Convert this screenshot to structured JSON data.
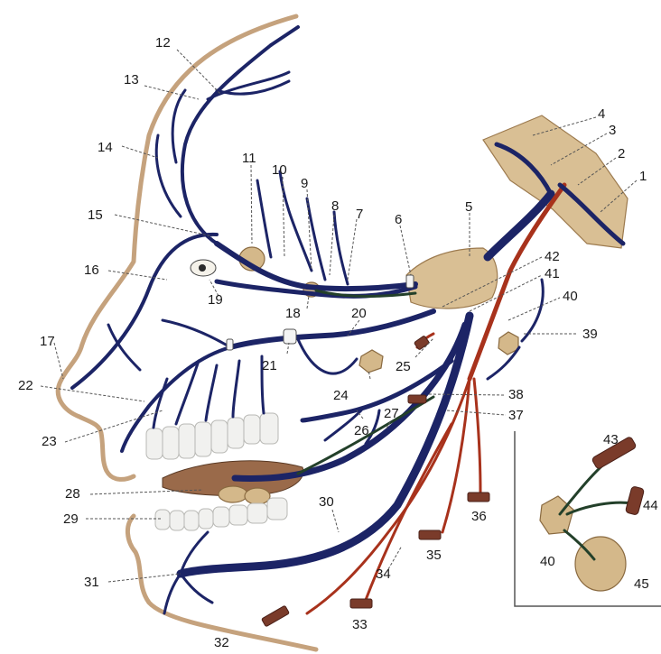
{
  "labels": {
    "l1": "1",
    "l2": "2",
    "l3": "3",
    "l4": "4",
    "l5": "5",
    "l6": "6",
    "l7": "7",
    "l8": "8",
    "l9": "9",
    "l10": "10",
    "l11": "11",
    "l12": "12",
    "l13": "13",
    "l14": "14",
    "l15": "15",
    "l16": "16",
    "l17": "17",
    "l18": "18",
    "l19": "19",
    "l20": "20",
    "l21": "21",
    "l22": "22",
    "l23": "23",
    "l24": "24",
    "l25": "25",
    "l26": "26",
    "l27": "27",
    "l28": "28",
    "l29": "29",
    "l30": "30",
    "l31": "31",
    "l32": "32",
    "l33": "33",
    "l34": "34",
    "l35": "35",
    "l36": "36",
    "l37": "37",
    "l38": "38",
    "l39": "39",
    "l40": "40",
    "l41": "41",
    "l42": "42",
    "l43": "43",
    "l44": "44",
    "l45": "45",
    "l40b": "40"
  },
  "colors": {
    "nerve": "#1c2466",
    "artery": "#a8321c",
    "parasympathetic": "#23402a",
    "ganglion": "#d4b88a",
    "profile": "#c5a27d",
    "muscle": "#7a3b2a"
  }
}
